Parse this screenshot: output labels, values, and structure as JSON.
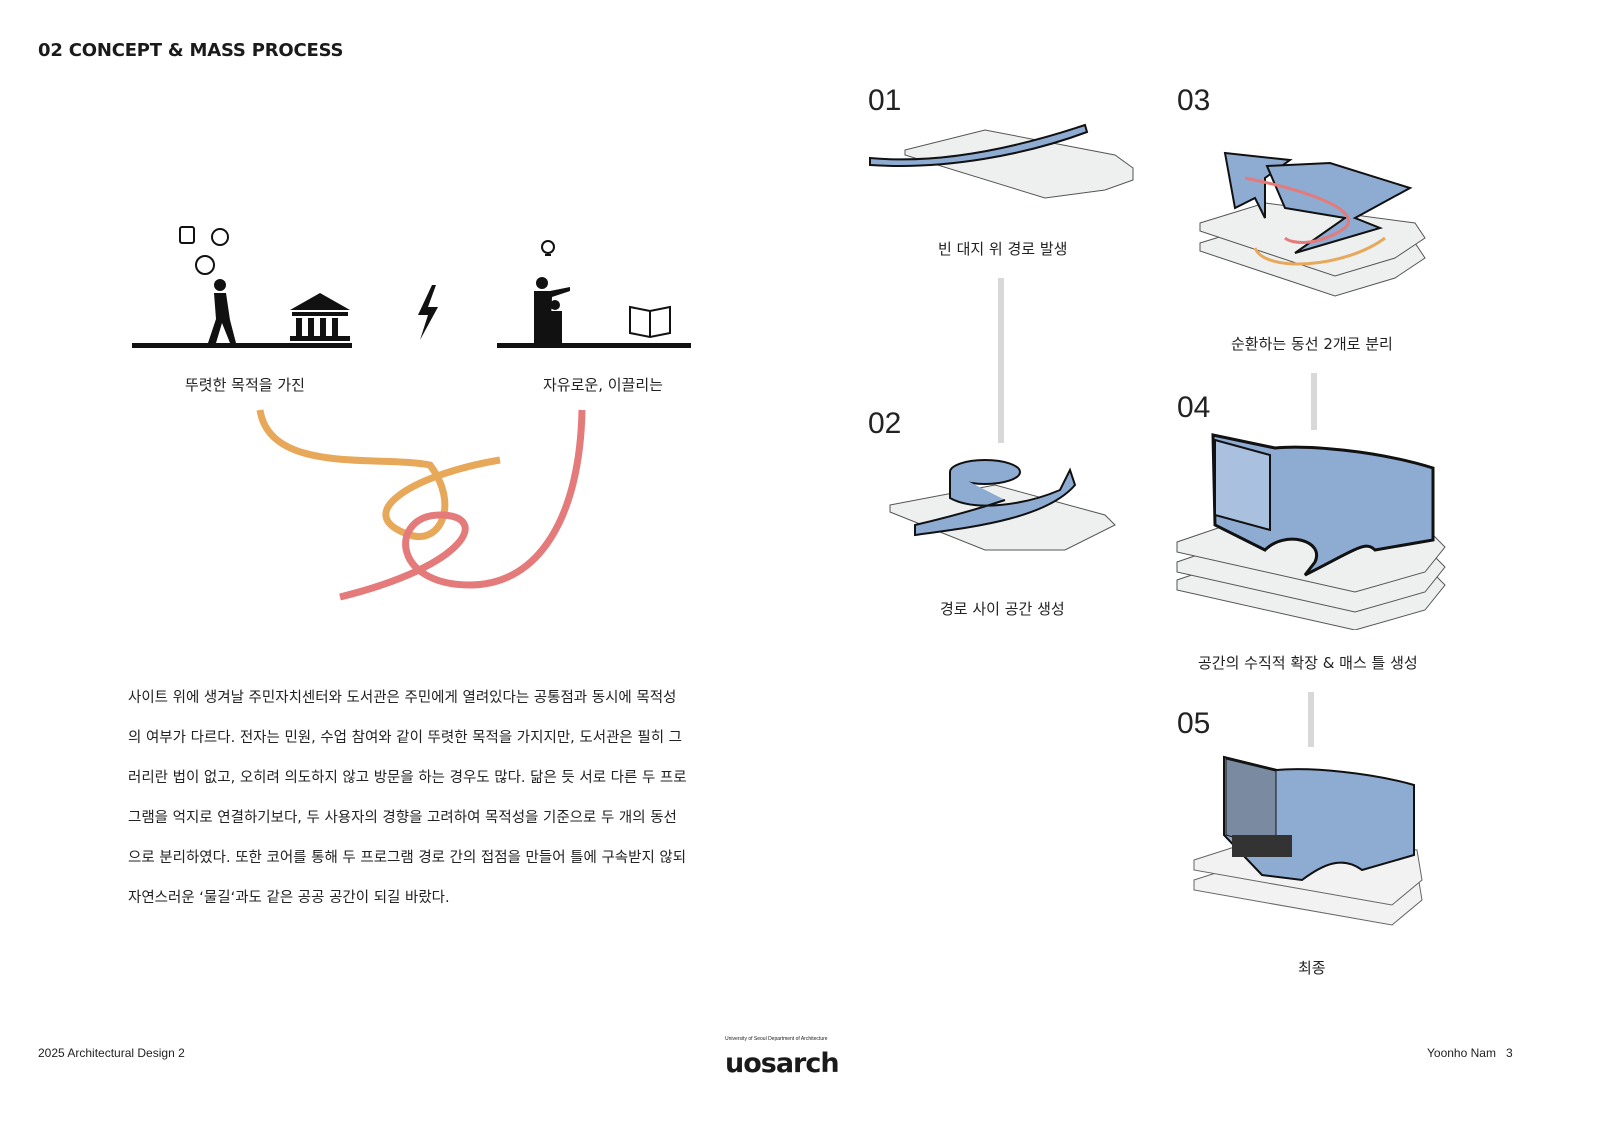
{
  "header": {
    "title": "02 CONCEPT & MASS PROCESS"
  },
  "concept": {
    "left_label": "뚜렷한 목적을 가진",
    "right_label": "자유로운, 이끌리는"
  },
  "paragraph": [
    "사이트 위에 생겨날 주민자치센터와 도서관은 주민에게 열려있다는 공통점과 동시에 목적성",
    "의 여부가 다르다. 전자는 민원, 수업 참여와 같이 뚜렷한 목적을 가지지만, 도서관은 필히 그",
    "러리란 법이 없고, 오히려 의도하지 않고 방문을 하는 경우도 많다. 닮은 듯 서로 다른 두 프로",
    "그램을 억지로 연결하기보다, 두 사용자의 경향을 고려하여 목적성을 기준으로 두 개의 동선",
    "으로 분리하였다. 또한 코어를 통해 두 프로그램 경로 간의 접점을 만들어 틀에 구속받지 않되",
    "자연스러운 ‘물길‘과도 같은 공공 공간이 되길 바랐다."
  ],
  "steps": [
    {
      "number": "01",
      "caption": "빈 대지 위 경로 발생"
    },
    {
      "number": "02",
      "caption": "경로 사이 공간 생성"
    },
    {
      "number": "03",
      "caption": "순환하는 동선 2개로 분리"
    },
    {
      "number": "04",
      "caption": "공간의 수직적 확장 & 매스 틀 생성"
    },
    {
      "number": "05",
      "caption": "최종"
    }
  ],
  "footer": {
    "left": "2025 Architectural Design 2",
    "logo_text": "uosarch",
    "logo_subtitle": "University of Seoul Department of Architecture",
    "author": "Yoonho Nam",
    "page": "3"
  },
  "colors": {
    "blue": "#8eabd2",
    "orange": "#e8a85a",
    "pink": "#e47a7a",
    "slab": "#eef0f0"
  }
}
